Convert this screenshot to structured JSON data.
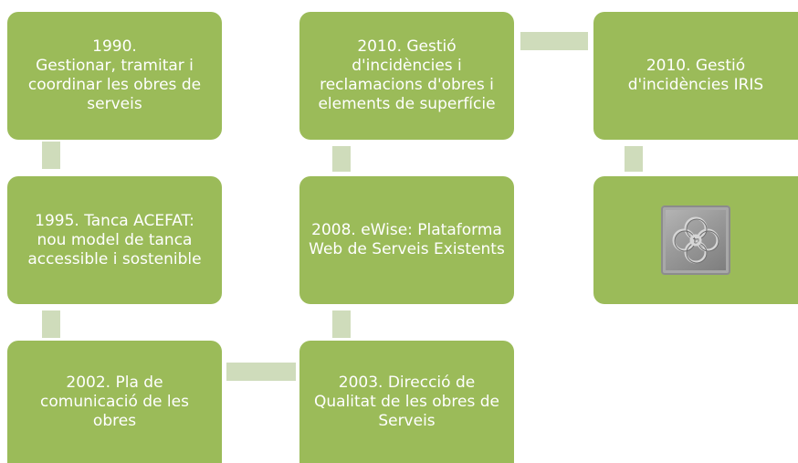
{
  "nodes": {
    "n1990": [
      "1990.",
      "Gestionar, tramitar i",
      "coordinar les obres de",
      "serveis"
    ],
    "n1995": [
      "1995. Tanca ACEFAT:",
      "nou model de tanca",
      "accessible i sostenible"
    ],
    "n2002": [
      "2002. Pla de",
      "comunicació de les",
      "obres"
    ],
    "n2003": [
      "2003. Direcció de",
      "Qualitat de les obres de",
      "Serveis"
    ],
    "n2008": [
      "2008. eWise: Plataforma",
      "Web de Serveis Existents"
    ],
    "n2010a": [
      "2010. Gestió",
      "d'incidències i",
      "reclamacions d'obres i",
      "elements de superfície"
    ],
    "n2010b": [
      "2010. Gestió",
      "d'incidències IRIS"
    ]
  },
  "tile_icon": "barcelona-panot-flower-tile-icon",
  "colors": {
    "box": "#9bbb59",
    "connector": "#cfdcbb",
    "text": "#ffffff"
  }
}
